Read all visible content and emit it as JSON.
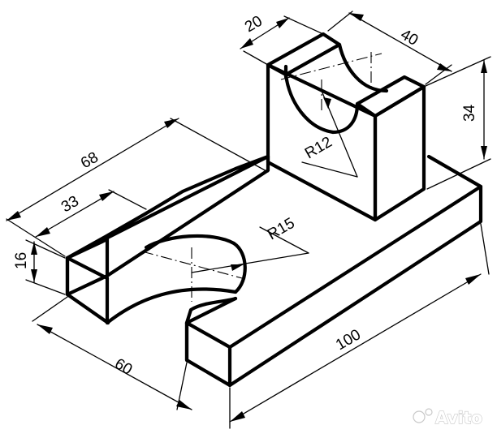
{
  "dimensions": {
    "overall_length": "100",
    "base_depth": "60",
    "slot_side_length": "68",
    "fork_width": "33",
    "base_height": "16",
    "block_width": "20",
    "block_depth": "40",
    "block_height": "34",
    "large_radius": "R15",
    "small_radius": "R12"
  },
  "watermark": "Avito"
}
